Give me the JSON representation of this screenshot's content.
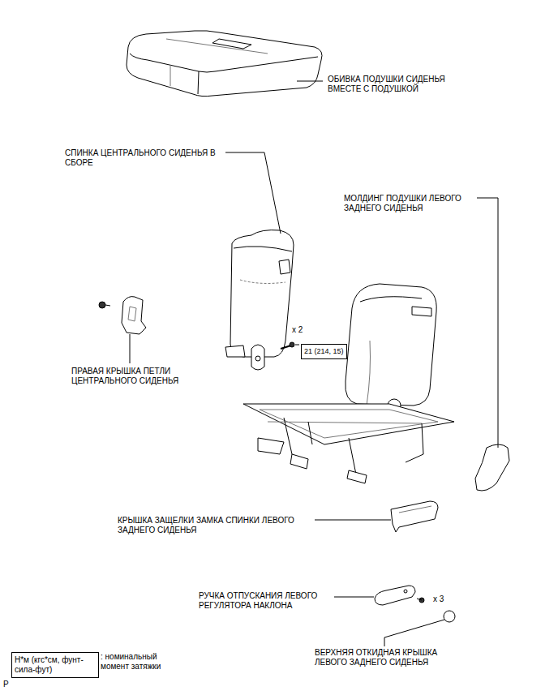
{
  "diagram": {
    "nodes": [
      {
        "text": [
          "21 (214, 15)"
        ]
      },
      {
        "text": [
          "Н*м (кгс*см, фунт-сила-фут)"
        ]
      }
    ],
    "labels": [
      "ОБИВКА ПОДУШКИ СИДЕНЬЯ ВМЕСТЕ С ПОДУШКОЙ",
      "СПИНКА ЦЕНТРАЛЬНОГО СИДЕНЬЯ В СБОРЕ",
      "МОЛДИНГ ПОДУШКИ ЛЕВОГО ЗАДНЕГО СИДЕНЬЯ",
      "x 2",
      "ПРАВАЯ КРЫШКА ПЕТЛИ ЦЕНТРАЛЬНОГО СИДЕНЬЯ",
      "КРЫШКА ЗАЩЕЛКИ ЗАМКА СПИНКИ ЛЕВОГО ЗАДНЕГО СИДЕНЬЯ",
      "РУЧКА ОТПУСКАНИЯ ЛЕВОГО РЕГУЛЯТОРА НАКЛОНА",
      "x 3",
      "ВЕРХНЯЯ ОТКИДНАЯ КРЫШКА ЛЕВОГО ЗАДНЕГО СИДЕНЬЯ",
      ": номинальный момент затяжки",
      "P"
    ]
  }
}
